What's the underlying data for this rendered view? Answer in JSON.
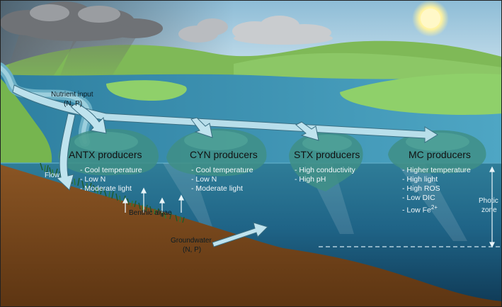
{
  "labels": {
    "nutrient_input": "Nutrient input",
    "nutrient_input_sub": "(N, P)",
    "flow": "Flow",
    "benthic_algae": "Benthic algae",
    "groundwater": "Groundwater",
    "groundwater_sub": "(N, P)",
    "photic_zone_1": "Photic",
    "photic_zone_2": "zone"
  },
  "producers": [
    {
      "name": "ANTX producers",
      "conditions": [
        "- Cool temperature",
        "- Low N",
        "- Moderate light"
      ]
    },
    {
      "name": "CYN producers",
      "conditions": [
        "- Cool temperature",
        "- Low N",
        "- Moderate light"
      ]
    },
    {
      "name": "STX producers",
      "conditions": [
        "- High conductivity",
        "- High pH"
      ]
    },
    {
      "name": "MC producers",
      "conditions": [
        "- Higher temperature",
        "- High light",
        "- High ROS",
        "- Low DIC"
      ]
    }
  ],
  "mc_last_condition": {
    "text": "- Low Fe",
    "superscript": "2+"
  },
  "colors": {
    "sky_top": "#7fb0cc",
    "sky_bottom": "#d8e9f2",
    "grass": "#7fbf5a",
    "water_surface": "#4c9fb5",
    "water_deep": "#164a6a",
    "sediment": "#7a4a1e",
    "bloom": "#3f8f86",
    "arrow": "#bfe3ee"
  },
  "icons": [
    "sun-icon",
    "cloud-icon",
    "rain-icon"
  ]
}
